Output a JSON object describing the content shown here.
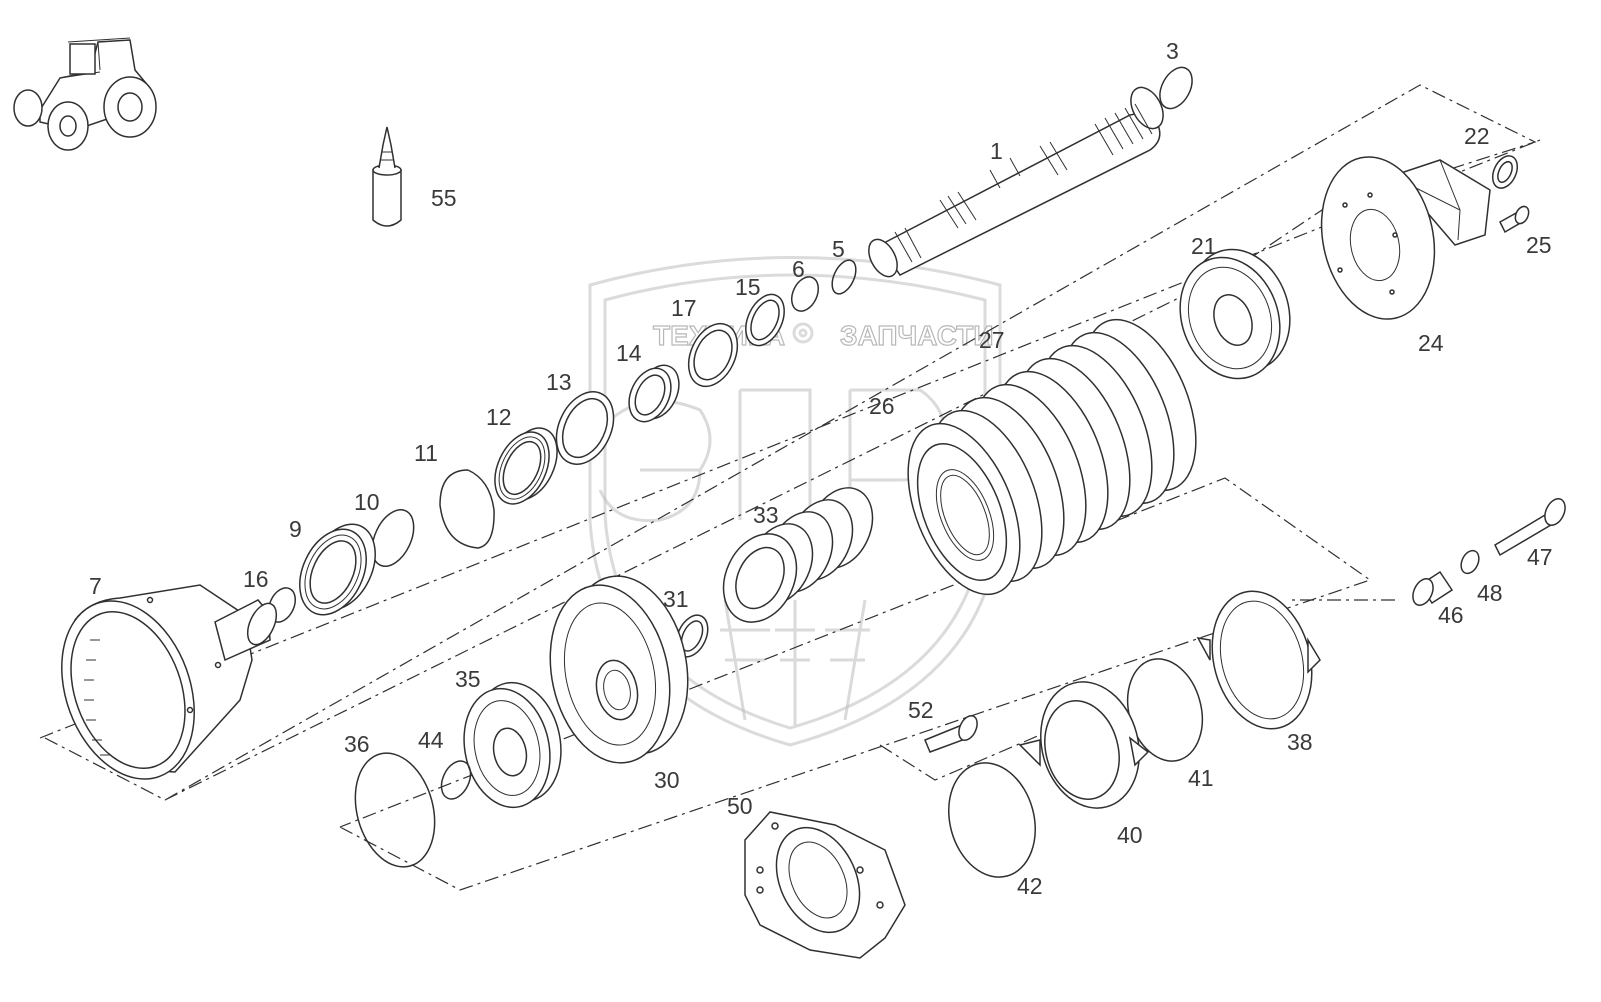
{
  "watermark": {
    "left_text": "ТЕХНИКА",
    "right_text": "ЗАПЧАСТИ"
  },
  "callouts": {
    "p1": "1",
    "p3": "3",
    "p5": "5",
    "p6": "6",
    "p7": "7",
    "p9": "9",
    "p10": "10",
    "p11": "11",
    "p12": "12",
    "p13": "13",
    "p14": "14",
    "p15": "15",
    "p16": "16",
    "p17": "17",
    "p21": "21",
    "p22": "22",
    "p24": "24",
    "p25": "25",
    "p26": "26",
    "p27": "27",
    "p30": "30",
    "p31": "31",
    "p33": "33",
    "p35": "35",
    "p36": "36",
    "p38": "38",
    "p40": "40",
    "p41": "41",
    "p42": "42",
    "p44": "44",
    "p46": "46",
    "p47": "47",
    "p48": "48",
    "p50": "50",
    "p52": "52",
    "p55": "55"
  }
}
